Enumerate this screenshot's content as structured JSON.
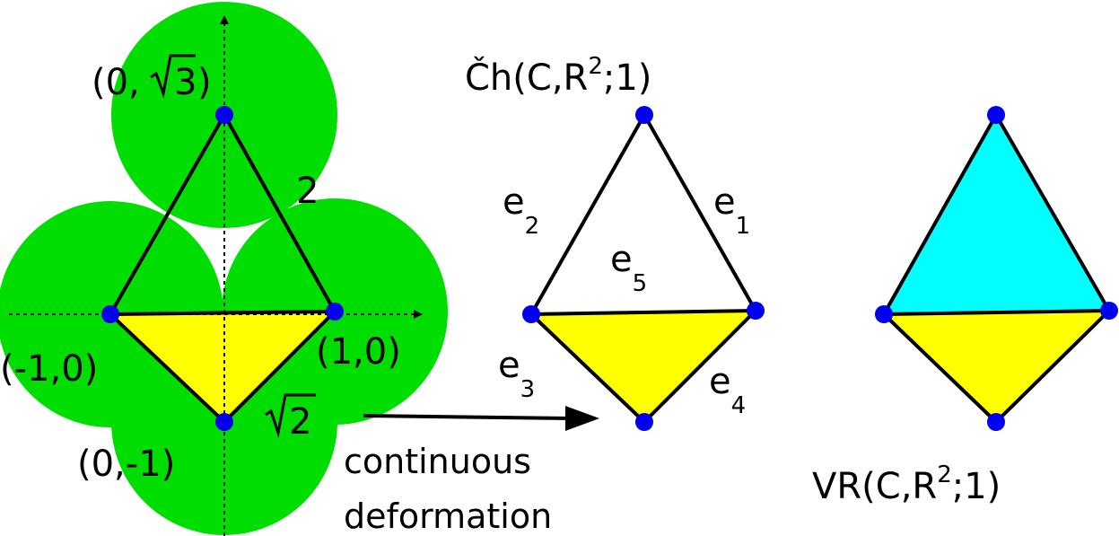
{
  "colors": {
    "ball_fill": "#00dd00",
    "lower_face_fill": "#ffff00",
    "upper_face_fill_vr": "#00ffff",
    "edge": "#000000",
    "vertex": "#0000ee",
    "axis": "#000000",
    "background": "#ffffff"
  },
  "left_panel": {
    "point_top": "(0,",
    "point_top_radicand": "3",
    "point_top_close": ")",
    "point_left": "(-1,0)",
    "point_right": "(1,0)",
    "point_bottom": "(0,-1)",
    "edge_length_top": "2",
    "edge_length_bottom_radicand": "2"
  },
  "arrow": {
    "line1": "continuous",
    "line2": "deformation"
  },
  "cech_panel": {
    "title_main": "Čh(C,R",
    "title_sup": "2",
    "title_tail": ";1)",
    "edges": [
      {
        "base": "e",
        "sub": "1"
      },
      {
        "base": "e",
        "sub": "2"
      },
      {
        "base": "e",
        "sub": "3"
      },
      {
        "base": "e",
        "sub": "4"
      },
      {
        "base": "e",
        "sub": "5"
      }
    ]
  },
  "vr_panel": {
    "title_main": "VR(C,R",
    "title_sup": "2",
    "title_tail": ";1)"
  }
}
